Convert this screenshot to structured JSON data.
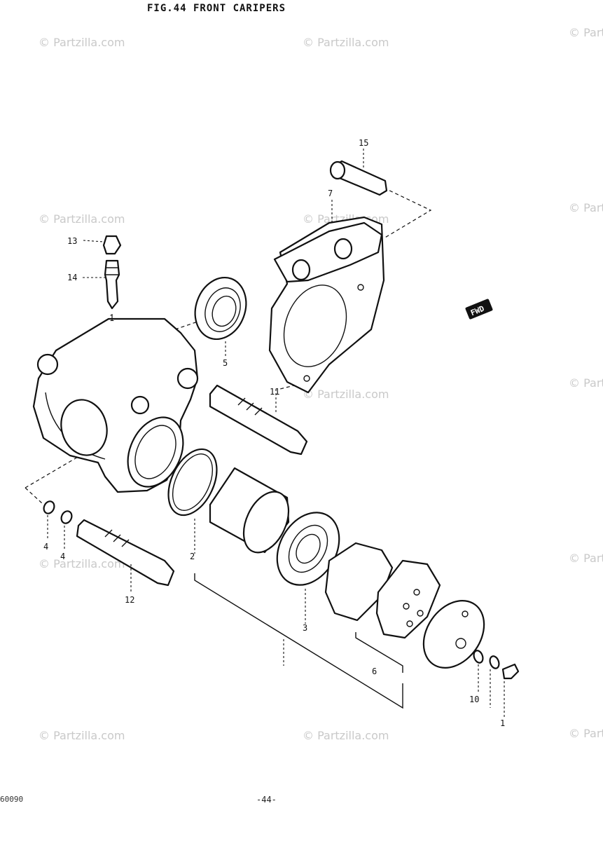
{
  "figure": {
    "title": "FIG.44  FRONT CARIPERS"
  },
  "footer": {
    "code": "60090",
    "page": "-44-"
  },
  "watermark": {
    "text": "© Partzilla.com"
  },
  "fwd_label": "FWD",
  "callouts": [
    {
      "id": "1",
      "label": "1"
    },
    {
      "id": "2",
      "label": "2"
    },
    {
      "id": "3",
      "label": "3"
    },
    {
      "id": "4a",
      "label": "4"
    },
    {
      "id": "4b",
      "label": "4"
    },
    {
      "id": "5",
      "label": "5"
    },
    {
      "id": "6",
      "label": "6"
    },
    {
      "id": "7",
      "label": "7"
    },
    {
      "id": "10",
      "label": "10"
    },
    {
      "id": "11",
      "label": "11"
    },
    {
      "id": "12",
      "label": "12"
    },
    {
      "id": "13",
      "label": "13"
    },
    {
      "id": "14",
      "label": "14"
    },
    {
      "id": "15",
      "label": "15"
    },
    {
      "id": "1b",
      "label": "1"
    }
  ]
}
